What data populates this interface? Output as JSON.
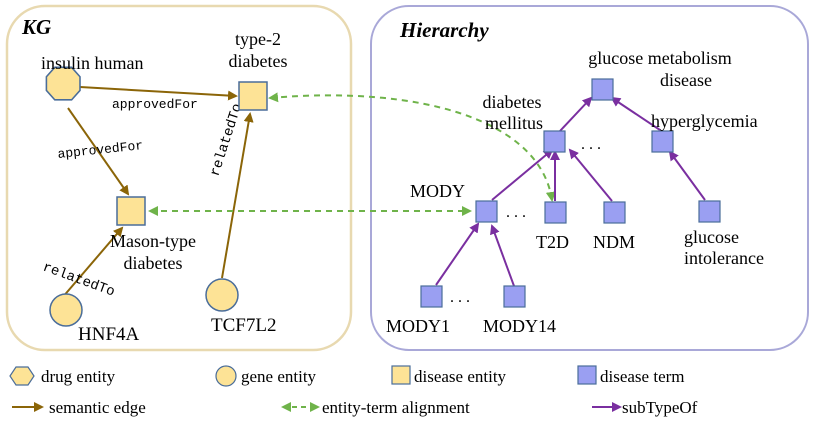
{
  "colors": {
    "kg_panel_stroke": "#e8d9b0",
    "hier_panel_stroke": "#a9a8d8",
    "entity_fill": "#fde396",
    "entity_stroke": "#4a6d9a",
    "term_fill": "#9a9ff2",
    "term_stroke": "#4a6d9a",
    "semantic_edge": "#8b6508",
    "alignment_edge": "#6fb34a",
    "subtype_edge": "#7a2fa0"
  },
  "panels": {
    "kg_title": "KG",
    "hierarchy_title": "Hierarchy"
  },
  "kg": {
    "insulin": "insulin human",
    "t2d_line1": "type-2",
    "t2d_line2": "diabetes",
    "mason_line1": "Mason-type",
    "mason_line2": "diabetes",
    "hnf4a": "HNF4A",
    "tcf7l2": "TCF7L2",
    "edge_approved_1": "approvedFor",
    "edge_approved_2": "approvedFor",
    "edge_related_1": "relatedTo",
    "edge_related_2": "relatedTo"
  },
  "hierarchy": {
    "gmd_line1": "glucose metabolism",
    "gmd_line2": "disease",
    "dm_line1": "diabetes",
    "dm_line2": "mellitus",
    "hyper": "hyperglycemia",
    "mody": "MODY",
    "t2d": "T2D",
    "ndm": "NDM",
    "gi_line1": "glucose",
    "gi_line2": "intolerance",
    "mody1": "MODY1",
    "mody14": "MODY14",
    "ellipsis": ". . ."
  },
  "legend": {
    "drug": "drug entity",
    "gene": "gene entity",
    "disease_entity": "disease entity",
    "disease_term": "disease term",
    "semantic": "semantic edge",
    "alignment": "entity-term alignment",
    "subtype": "subTypeOf"
  }
}
